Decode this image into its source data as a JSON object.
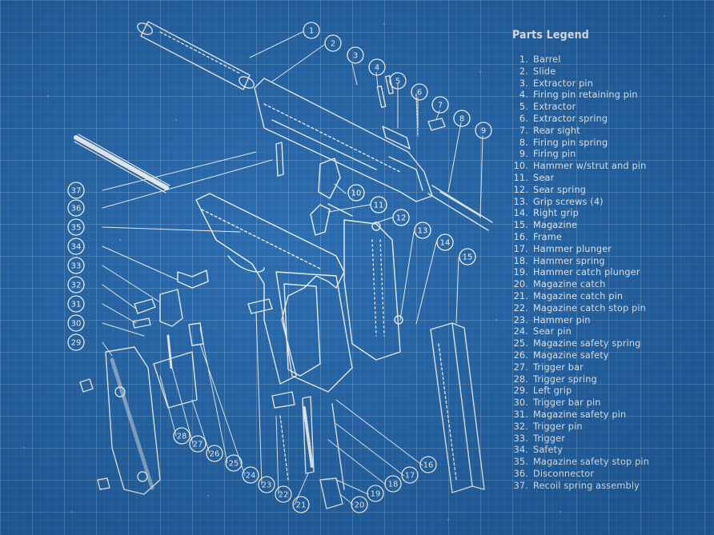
{
  "legend": {
    "title": "Parts  Legend",
    "items": [
      {
        "num": "1.",
        "label": "Barrel"
      },
      {
        "num": "2.",
        "label": "Slide"
      },
      {
        "num": "3.",
        "label": "Extractor pin"
      },
      {
        "num": "4.",
        "label": "Firing pin retaining pin"
      },
      {
        "num": "5.",
        "label": "Extractor"
      },
      {
        "num": "6.",
        "label": "Extractor spring"
      },
      {
        "num": "7.",
        "label": "Rear sight"
      },
      {
        "num": "8.",
        "label": "Firing pin spring"
      },
      {
        "num": "9.",
        "label": "Firing pin"
      },
      {
        "num": "10.",
        "label": "Hammer w/strut and pin"
      },
      {
        "num": "11.",
        "label": "Sear"
      },
      {
        "num": "12.",
        "label": "Sear spring"
      },
      {
        "num": "13.",
        "label": "Grip screws (4)"
      },
      {
        "num": "14.",
        "label": "Right grip"
      },
      {
        "num": "15.",
        "label": "Magazine"
      },
      {
        "num": "16.",
        "label": "Frame"
      },
      {
        "num": "17.",
        "label": "Hammer plunger"
      },
      {
        "num": "18.",
        "label": "Hammer spring"
      },
      {
        "num": "19.",
        "label": "Hammer catch plunger"
      },
      {
        "num": "20.",
        "label": "Magazine catch"
      },
      {
        "num": "21.",
        "label": "Magazine catch pin"
      },
      {
        "num": "22.",
        "label": "Magazine catch stop pin"
      },
      {
        "num": "23.",
        "label": "Hammer pin"
      },
      {
        "num": "24.",
        "label": "Sear pin"
      },
      {
        "num": "25.",
        "label": "Magazine safety spring"
      },
      {
        "num": "26.",
        "label": "Magazine safety"
      },
      {
        "num": "27.",
        "label": "Trigger bar"
      },
      {
        "num": "28.",
        "label": "Trigger spring"
      },
      {
        "num": "29.",
        "label": "Left grip"
      },
      {
        "num": "30.",
        "label": "Trigger bar pin"
      },
      {
        "num": "31.",
        "label": "Magazine safety pin"
      },
      {
        "num": "32.",
        "label": "Trigger pin"
      },
      {
        "num": "33.",
        "label": "Trigger"
      },
      {
        "num": "34.",
        "label": "Safety"
      },
      {
        "num": "35.",
        "label": "Magazine safety stop pin"
      },
      {
        "num": "36.",
        "label": "Disconnector"
      },
      {
        "num": "37.",
        "label": "Recoil spring assembly"
      }
    ]
  },
  "callout_numbers": [
    "1",
    "2",
    "3",
    "4",
    "5",
    "6",
    "7",
    "8",
    "9",
    "10",
    "11",
    "12",
    "13",
    "14",
    "15",
    "16",
    "17",
    "18",
    "19",
    "20",
    "21",
    "22",
    "23",
    "24",
    "25",
    "26",
    "27",
    "28",
    "29",
    "30",
    "31",
    "32",
    "33",
    "34",
    "35",
    "36",
    "37"
  ],
  "colors": {
    "background": "#2166ad",
    "ink": "#ffffff"
  }
}
